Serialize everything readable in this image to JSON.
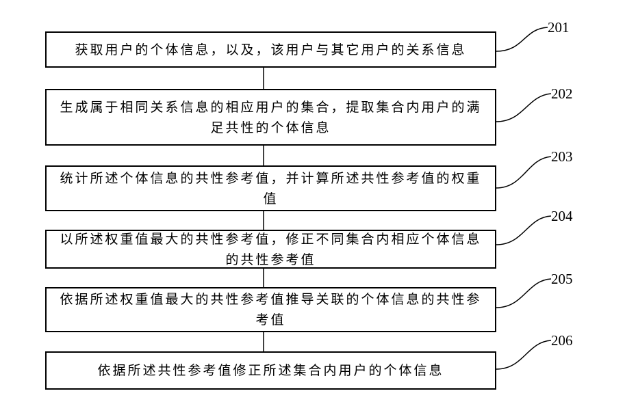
{
  "steps": [
    {
      "ref": "201",
      "text": "获取用户的个体信息，以及，该用户与其它用户的关系信息"
    },
    {
      "ref": "202",
      "text": "生成属于相同关系信息的相应用户的集合，提取集合内用户的满足共性的个体信息"
    },
    {
      "ref": "203",
      "text": "统计所述个体信息的共性参考值，并计算所述共性参考值的权重值"
    },
    {
      "ref": "204",
      "text": "以所述权重值最大的共性参考值，修正不同集合内相应个体信息的共性参考值"
    },
    {
      "ref": "205",
      "text": "依据所述权重值最大的共性参考值推导关联的个体信息的共性参考值"
    },
    {
      "ref": "206",
      "text": "依据所述共性参考值修正所述集合内用户的个体信息"
    }
  ],
  "colors": {
    "line": "#000000",
    "background": "#ffffff"
  }
}
